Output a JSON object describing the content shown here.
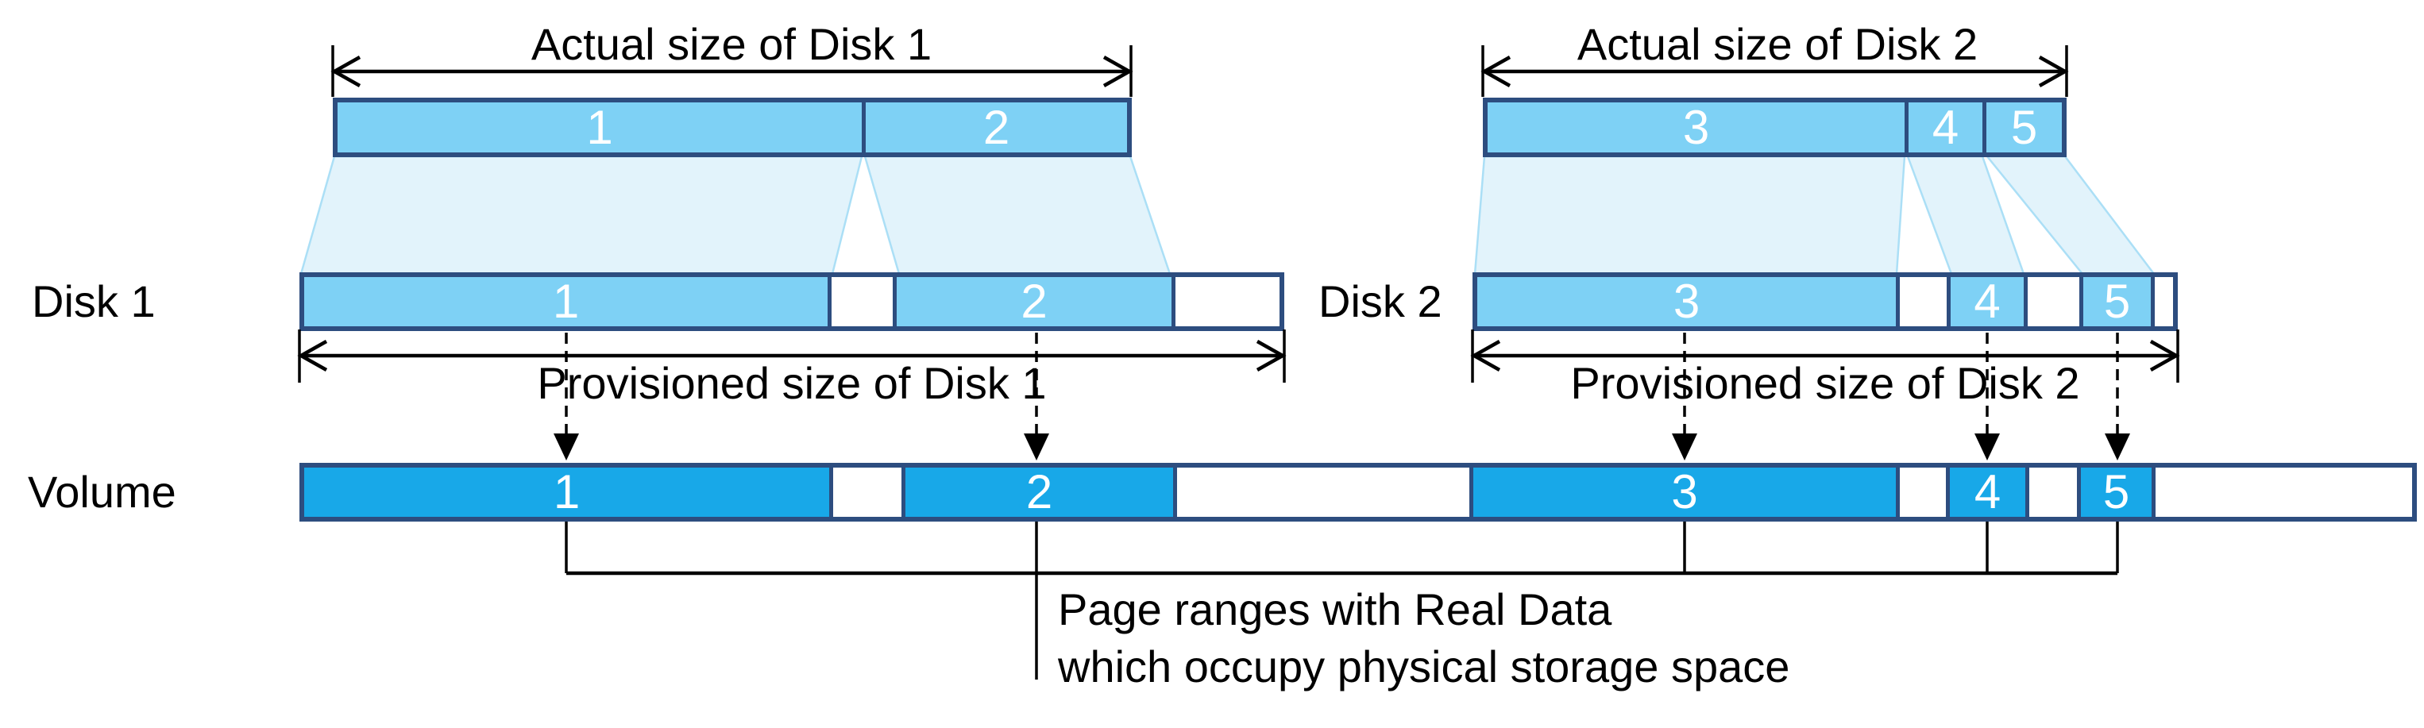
{
  "labels": {
    "disk1": "Disk 1",
    "disk2": "Disk 2",
    "volume": "Volume",
    "actual_size_disk1": "Actual size of Disk 1",
    "actual_size_disk2": "Actual size of Disk 2",
    "provisioned_size_disk1": "Provisioned size of Disk 1",
    "provisioned_size_disk2": "Provisioned size of Disk 2",
    "page_ranges_line1": "Page ranges with Real Data",
    "page_ranges_line2": "which occupy physical storage space"
  },
  "disk1": {
    "actual_segments": [
      "1",
      "2"
    ],
    "provisioned_segments": [
      "1",
      "2"
    ]
  },
  "disk2": {
    "actual_segments": [
      "3",
      "4",
      "5"
    ],
    "provisioned_segments": [
      "3",
      "4",
      "5"
    ]
  },
  "volume_segments": [
    "1",
    "2",
    "3",
    "4",
    "5"
  ],
  "colors": {
    "background": "#ffffff",
    "bar_fill": "#7ed1f5",
    "volume_fill": "#18a8e8",
    "border": "#2d4d7f",
    "projection_fill": "#e2f3fb",
    "projection_border": "#abdff6",
    "line": "#000000",
    "number_text": "#ffffff",
    "label_text": "#000000"
  }
}
